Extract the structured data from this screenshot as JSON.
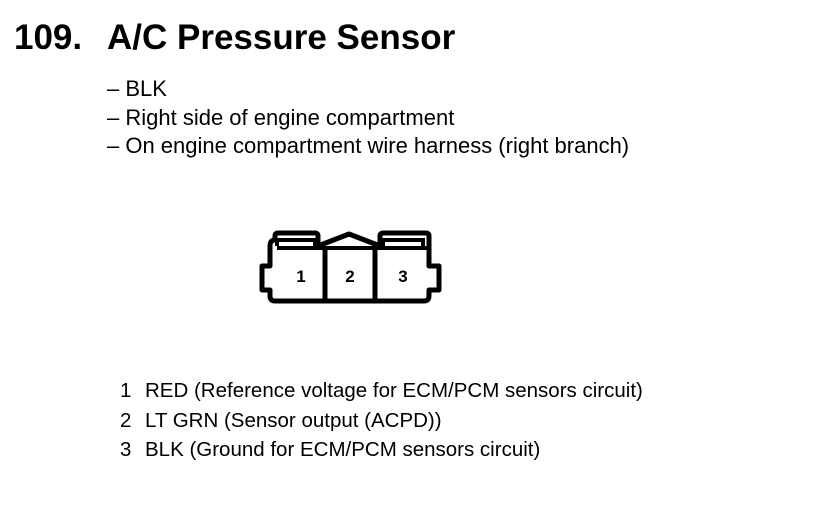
{
  "heading": {
    "number": "109.",
    "title": "A/C Pressure Sensor"
  },
  "details": [
    "– BLK",
    "– Right side of engine compartment",
    "– On engine compartment wire harness (right branch)"
  ],
  "connector": {
    "pin_labels": [
      "1",
      "2",
      "3"
    ]
  },
  "pins": [
    {
      "pin": "1",
      "description": "RED (Reference voltage for ECM/PCM sensors circuit)"
    },
    {
      "pin": "2",
      "description": "LT GRN (Sensor output (ACPD))"
    },
    {
      "pin": "3",
      "description": "BLK (Ground for ECM/PCM sensors circuit)"
    }
  ]
}
